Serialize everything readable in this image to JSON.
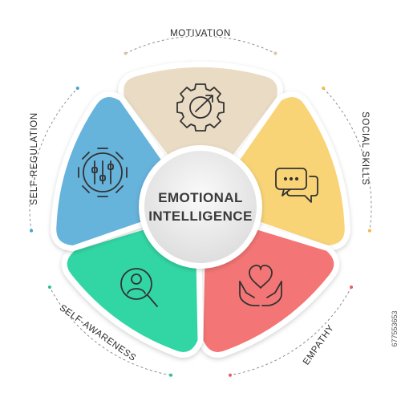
{
  "center": {
    "line1": "EMOTIONAL",
    "line2": "INTELLIGENCE",
    "fill": "#ececec"
  },
  "segments": [
    {
      "label": "MOTIVATION",
      "icon": "gear-arrow-icon",
      "color": "#eadcc4",
      "dot": "#d8c3a2"
    },
    {
      "label": "SOCIAL SKILLS",
      "icon": "chat-bubbles-icon",
      "color": "#f8d477",
      "dot": "#f0b84a"
    },
    {
      "label": "EMPATHY",
      "icon": "heart-in-hands-icon",
      "color": "#f47474",
      "dot": "#ef5a5a"
    },
    {
      "label": "SELF-AWARENESS",
      "icon": "person-magnifier-icon",
      "color": "#33d6a4",
      "dot": "#2cbf90"
    },
    {
      "label": "SELF-REGULATION",
      "icon": "gear-sliders-icon",
      "color": "#66b3dc",
      "dot": "#4aa0cf"
    }
  ],
  "stock_id": "677553653"
}
